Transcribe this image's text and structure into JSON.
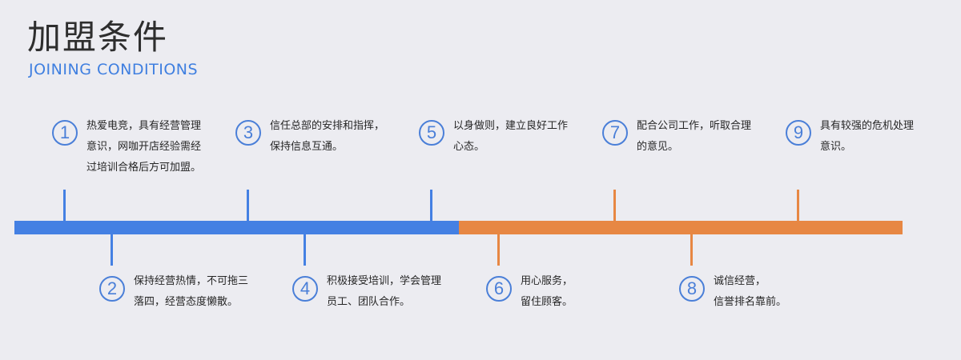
{
  "header": {
    "title": "加盟条件",
    "subtitle": "JOINING CONDITIONS"
  },
  "colors": {
    "blue": "#4480e3",
    "orange": "#e78743"
  },
  "steps": [
    {
      "number": "1",
      "lines": [
        "热爱电竞，具有经营管理",
        "意识，网咖开店经验需经",
        "过培训合格后方可加盟。"
      ]
    },
    {
      "number": "2",
      "lines": [
        "保持经营热情，不可拖三",
        "落四，经营态度懒散。"
      ]
    },
    {
      "number": "3",
      "lines": [
        "信任总部的安排和指挥，",
        "保持信息互通。"
      ]
    },
    {
      "number": "4",
      "lines": [
        "积极接受培训，学会管理",
        "员工、团队合作。"
      ]
    },
    {
      "number": "5",
      "lines": [
        "以身做则，建立良好工作",
        "心态。"
      ]
    },
    {
      "number": "6",
      "lines": [
        "用心服务，",
        "留住顾客。"
      ]
    },
    {
      "number": "7",
      "lines": [
        "配合公司工作，听取合理",
        "的意见。"
      ]
    },
    {
      "number": "8",
      "lines": [
        "诚信经营，",
        "信誉排名靠前。"
      ]
    },
    {
      "number": "9",
      "lines": [
        "具有较强的危机处理",
        "意识。"
      ]
    }
  ]
}
